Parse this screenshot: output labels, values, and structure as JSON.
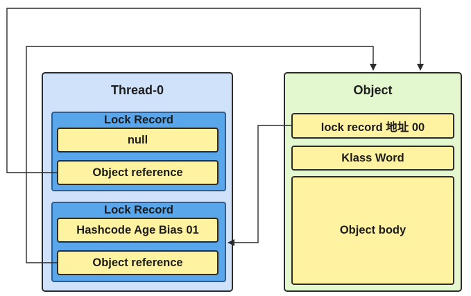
{
  "thread": {
    "title": "Thread-0",
    "lock_records": [
      {
        "title": "Lock Record",
        "fields": [
          "null",
          "Object reference"
        ]
      },
      {
        "title": "Lock Record",
        "fields": [
          "Hashcode Age Bias 01",
          "Object reference"
        ]
      }
    ]
  },
  "object": {
    "title": "Object",
    "fields": [
      "lock  record 地址 00",
      "Klass Word",
      "Object body"
    ]
  },
  "colors": {
    "thread_bg": "#cfe2fa",
    "object_bg": "#e4f8cf",
    "lock_record_bg": "#5aa6ea",
    "field_bg": "#fff2a0",
    "line": "#2b2b2b"
  }
}
